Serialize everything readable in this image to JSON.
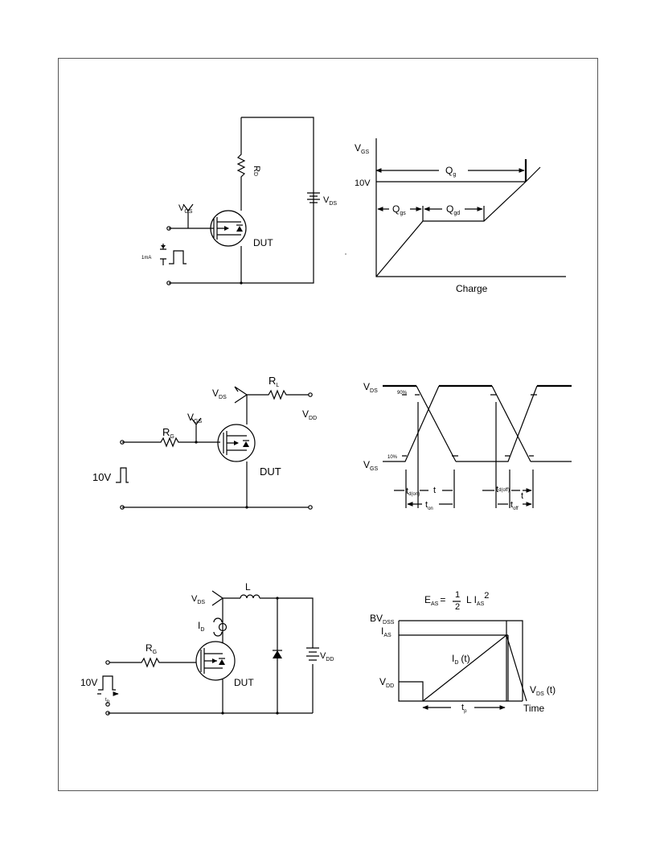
{
  "gate_charge": {
    "circuit": {
      "vgs": "V",
      "vgs_sub": "GS",
      "rd": "R",
      "rd_sub": "D",
      "vds": "V",
      "vds_sub": "DS",
      "current": "1mA",
      "dut": "DUT"
    },
    "waveform": {
      "vgs": "V",
      "vgs_sub": "GS",
      "v10": "10V",
      "qg": "Q",
      "qg_sub": "g",
      "qgs": "Q",
      "qgs_sub": "gs",
      "qgd": "Q",
      "qgd_sub": "gd",
      "xlabel": "Charge"
    }
  },
  "switching": {
    "circuit": {
      "vds": "V",
      "vds_sub": "DS",
      "rl": "R",
      "rl_sub": "L",
      "vdd": "V",
      "vdd_sub": "DD",
      "rg": "R",
      "rg_sub": "G",
      "vgs": "V",
      "vgs_sub": "GS",
      "v10": "10V",
      "dut": "DUT"
    },
    "waveform": {
      "vds": "V",
      "vds_sub": "DS",
      "vgs": "V",
      "vgs_sub": "GS",
      "p90": "90%",
      "p10": "10%",
      "tdon": "t",
      "tdon_sub": "d(on)",
      "tr": "t",
      "ton": "t",
      "ton_sub": "on",
      "tdoff": "t",
      "tdoff_sub": "d(off)",
      "tf": "t",
      "toff": "t",
      "toff_sub": "off"
    }
  },
  "avalanche": {
    "circuit": {
      "vds": "V",
      "vds_sub": "DS",
      "l": "L",
      "id": "I",
      "id_sub": "D",
      "rg": "R",
      "rg_sub": "G",
      "vdd": "V",
      "vdd_sub": "DD",
      "dut": "DUT",
      "v10": "10V",
      "tp": "t",
      "tp_sub": "p"
    },
    "waveform": {
      "eq_e": "E",
      "eq_e_sub": "AS",
      "eq_equals": "=",
      "eq_num": "1",
      "eq_den": "2",
      "eq_l": "L I",
      "eq_i_sub": "AS",
      "eq_pow": "2",
      "bv": "BV",
      "bv_sub": "DSS",
      "ias": "I",
      "ias_sub": "AS",
      "vdd": "V",
      "vdd_sub": "DD",
      "idt": "I",
      "idt_sub": "D",
      "idt_arg": "(t)",
      "vdst": "V",
      "vdst_sub": "DS",
      "vdst_arg": "(t)",
      "time": "Time",
      "tp": "t",
      "tp_sub": "p"
    }
  }
}
